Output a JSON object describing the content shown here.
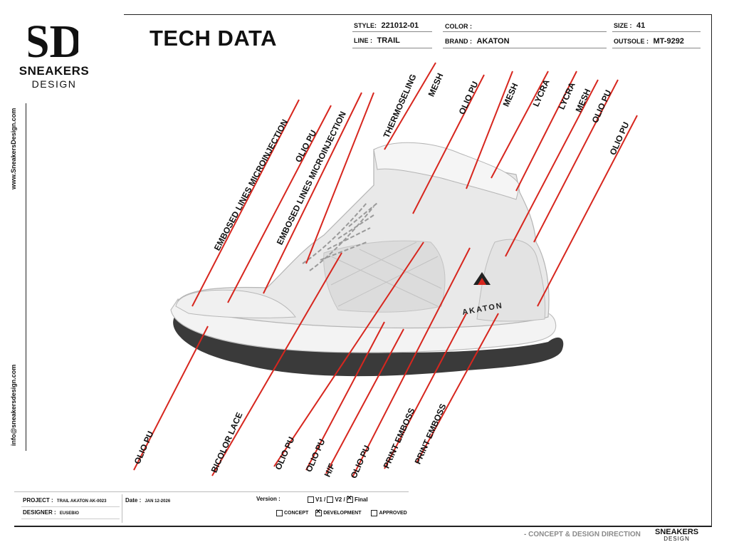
{
  "logo": {
    "initials": "SD",
    "name": "SNEAKERS",
    "sub": "DESIGN"
  },
  "title": "TECH DATA",
  "header": {
    "style_label": "STYLE:",
    "style_value": "221012-01",
    "color_label": "COLOR :",
    "color_value": "",
    "size_label": "SIZE :",
    "size_value": "41",
    "line_label": "LINE :",
    "line_value": "TRAIL",
    "brand_label": "BRAND :",
    "brand_value": "AKATON",
    "outsole_label": "OUTSOLE :",
    "outsole_value": "MT-9292"
  },
  "side": {
    "website": "www.SneakersDesign.com",
    "email": "info@sneakersdesign.com"
  },
  "shoe": {
    "brand_mark": "AKATON"
  },
  "callouts_top": [
    "EMBOSED LINES MICROINJECTION",
    "OLIO PU",
    "EMBOSED LINES MICROINJECTION",
    "THERMOSELING",
    "MESH",
    "OLIO PU",
    "MESH",
    "LYCRA",
    "LYCRA",
    "MESH",
    "OLIO PU",
    "OLIO PU"
  ],
  "callouts_bottom": [
    "OLIO PU",
    "BICOLOR LACE",
    "OLIO PU",
    "OLIO PU",
    "H/F",
    "OLIO PU",
    "PRINT EMBOSS",
    "PRINT EMBOSS"
  ],
  "footer": {
    "project_label": "PROJECT :",
    "project_value": "TRAIL AKATON AK-0023",
    "designer_label": "DESIGNER :",
    "designer_value": "EUSEBIO",
    "date_label": "Date :",
    "date_value": "JAN 12-2026",
    "version_label": "Version :",
    "v1": "V1 /",
    "v2": "V2 /",
    "final": "Final",
    "concept": "CONCEPT",
    "development": "DEVELOPMENT",
    "approved": "APPROVED"
  },
  "credit": {
    "text": "- CONCEPT & DESIGN DIRECTION",
    "logo_name": "SNEAKERS",
    "logo_sub": "DESIGN"
  },
  "colors": {
    "callout_line": "#d7261e",
    "outsole": "#3a3a3a",
    "upper": "#e9e9e9"
  }
}
